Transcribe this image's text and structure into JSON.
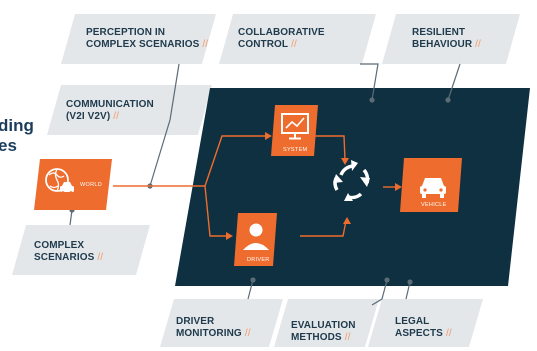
{
  "headline": {
    "line1": "ding",
    "line2": "es"
  },
  "boxes": {
    "perception": {
      "line1": "PERCEPTION IN",
      "line2": "COMPLEX SCENARIOS",
      "slash": "//"
    },
    "collaborative": {
      "line1": "COLLABORATIVE",
      "line2": "CONTROL",
      "slash": "//"
    },
    "resilient": {
      "line1": "RESILIENT",
      "line2": "BEHAVIOUR",
      "slash": "//"
    },
    "communication": {
      "line1": "COMMUNICATION",
      "line2": "(V2I V2V)",
      "slash": "//"
    },
    "complex": {
      "line1": "COMPLEX",
      "line2": "SCENARIOS",
      "slash": "//"
    },
    "driver_monitoring": {
      "line1": "DRIVER",
      "line2": "MONITORING",
      "slash": "//"
    },
    "evaluation": {
      "line1": "EVALUATION",
      "line2": "METHODS",
      "slash": "//"
    },
    "legal": {
      "line1": "LEGAL",
      "line2": "ASPECTS",
      "slash": "//"
    }
  },
  "nodes": {
    "world": "WORLD",
    "system": "SYSTEM",
    "driver": "DRIVER",
    "vehicle": "VEHICLE"
  },
  "colors": {
    "panel": "#0e3040",
    "orange": "#ee6c2d",
    "gray_box": "#e4e7ea",
    "text": "#1e3a4c",
    "slash": "#f29a6a"
  },
  "icons": {
    "world": "globe-car-icon",
    "system": "monitor-chart-icon",
    "driver": "person-icon",
    "vehicle": "car-icon",
    "center": "cycle-arrows-icon"
  }
}
